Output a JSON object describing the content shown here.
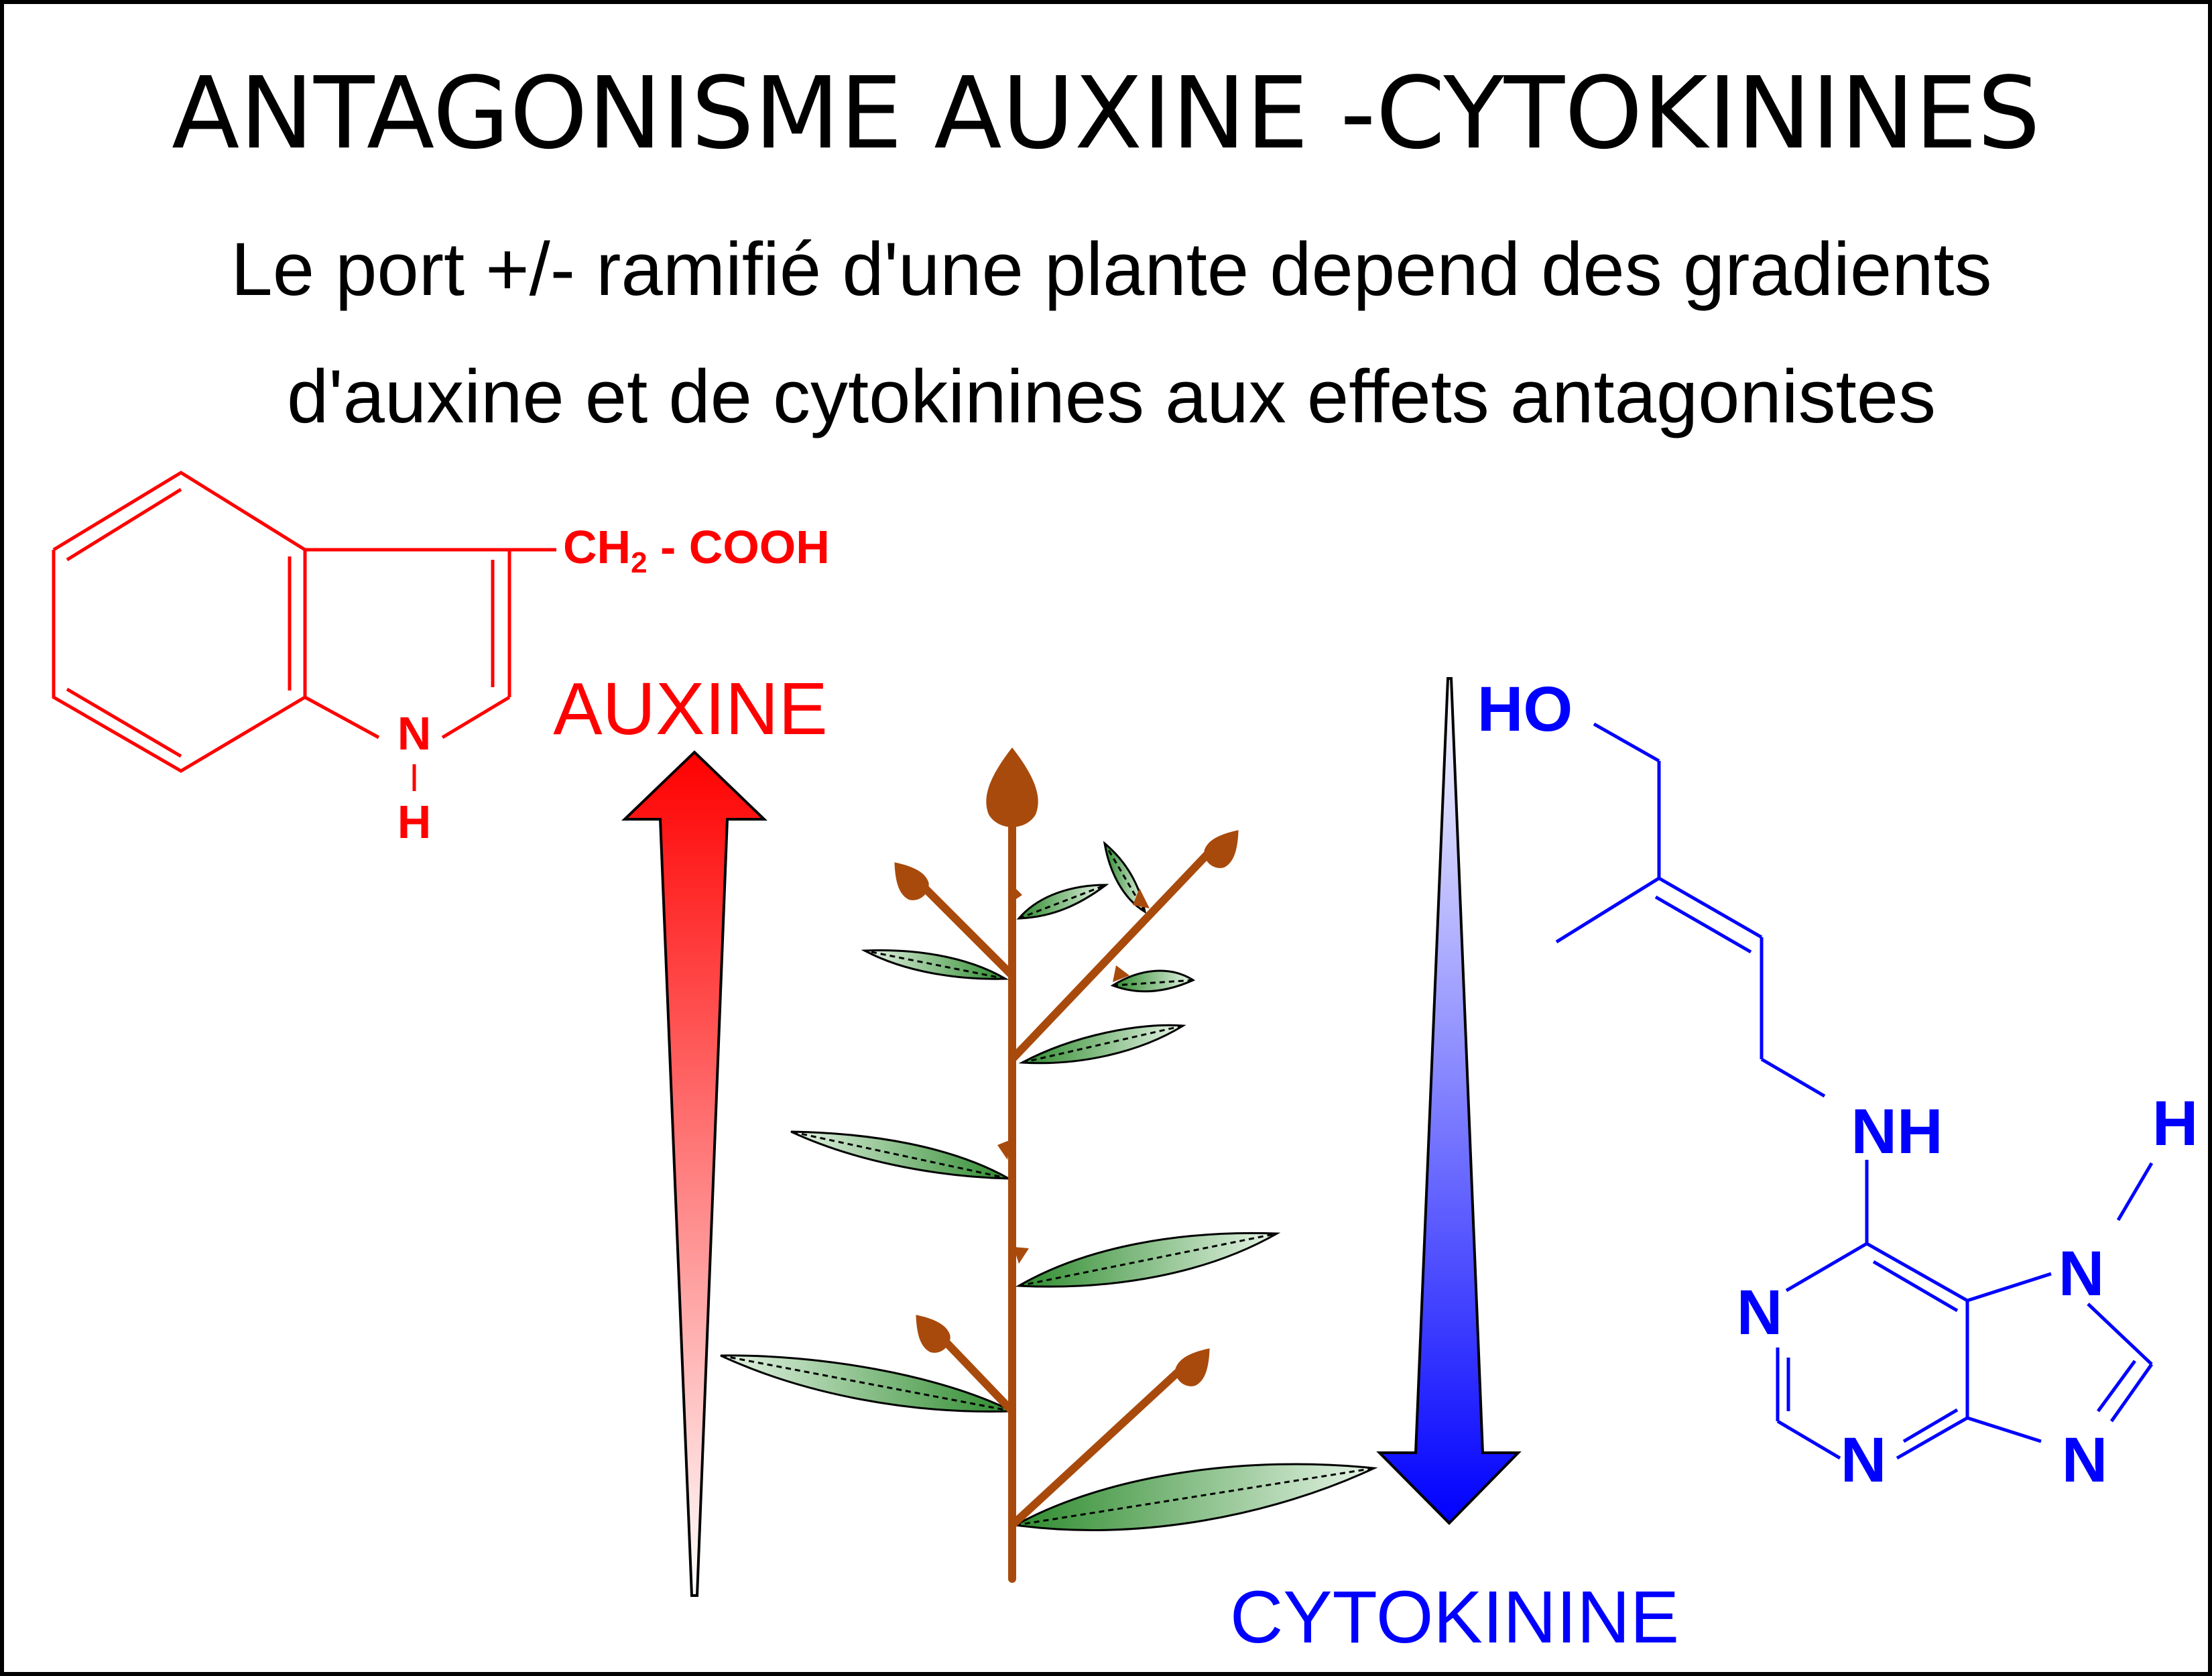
{
  "title": "ANTAGONISME AUXINE -CYTOKININES",
  "subtitle_line1": "Le port +/- ramifié d'une plante depend des gradients",
  "subtitle_line2": "d'auxine et de cytokinines aux effets antagonistes",
  "auxin": {
    "label": "AUXINE",
    "side_chain_ch": "CH",
    "side_chain_sub": "2",
    "side_chain_rest": " - COOH",
    "atom_n": "N",
    "atom_h": "H",
    "color": "#ff0000"
  },
  "cytokinin": {
    "label": "CYTOKININE",
    "atom_ho": "HO",
    "atom_nh": "NH",
    "atom_h": "H",
    "atom_n": "N",
    "color": "#0000ff"
  },
  "colors": {
    "stem": "#a84a0c",
    "leaf": "#2e9a2e",
    "auxin_arrow": "#ff0000",
    "cytokinin_arrow": "#0000ff"
  }
}
